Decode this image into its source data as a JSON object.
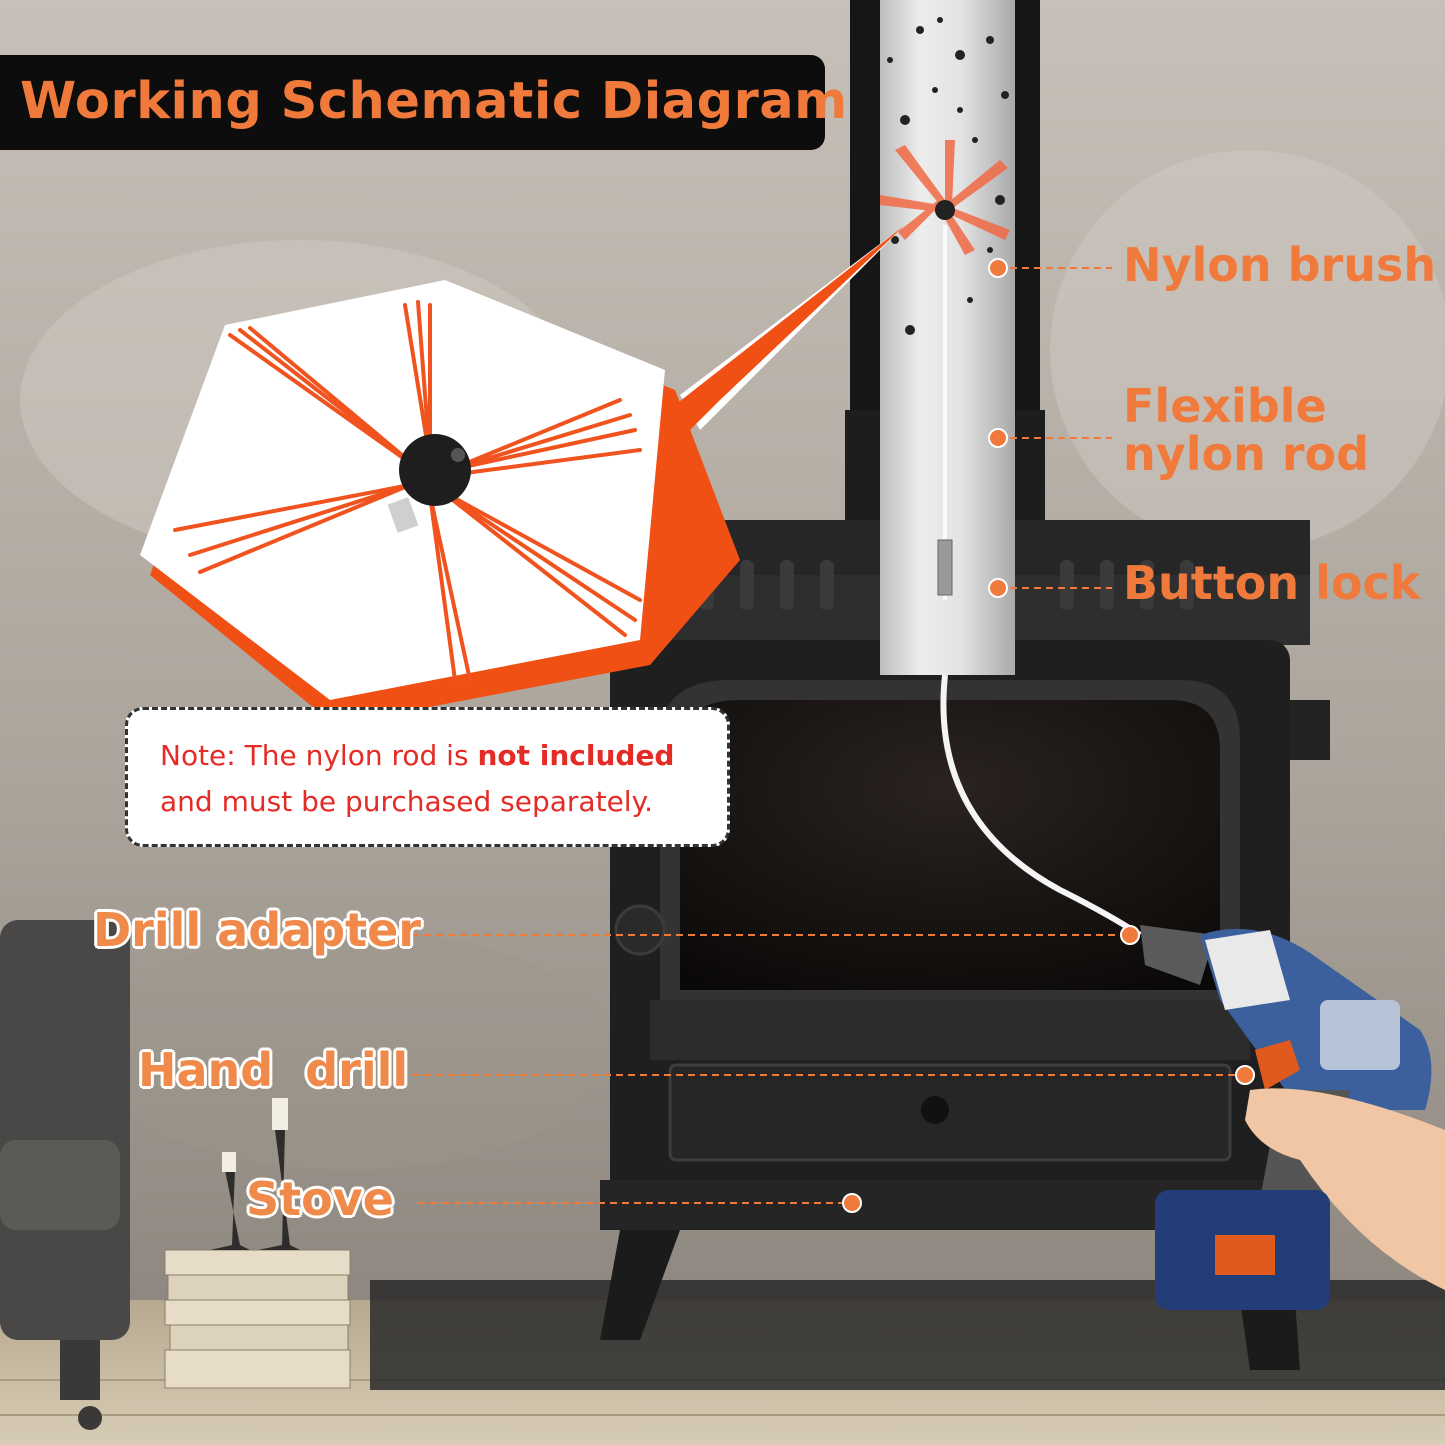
{
  "title": "Working  Schematic Diagram",
  "labels": {
    "nylon_brush": "Nylon brush",
    "flexible_rod_line1": "Flexible",
    "flexible_rod_line2": "nylon rod",
    "button_lock": "Button lock",
    "drill_adapter": "Drill adapter",
    "hand_drill": "Hand  drill",
    "stove": "Stove"
  },
  "note": {
    "prefix": "Note: The nylon rod is ",
    "emphasis": "not included",
    "line2": "and must be purchased separately."
  },
  "colors": {
    "accent": "#f07a3c",
    "note_red": "#e52b26",
    "title_bg": "#0d0d0d"
  },
  "icons": [
    "nylon-brush-head-icon",
    "hand-drill-icon",
    "stove-icon",
    "chimney-pipe-icon"
  ]
}
